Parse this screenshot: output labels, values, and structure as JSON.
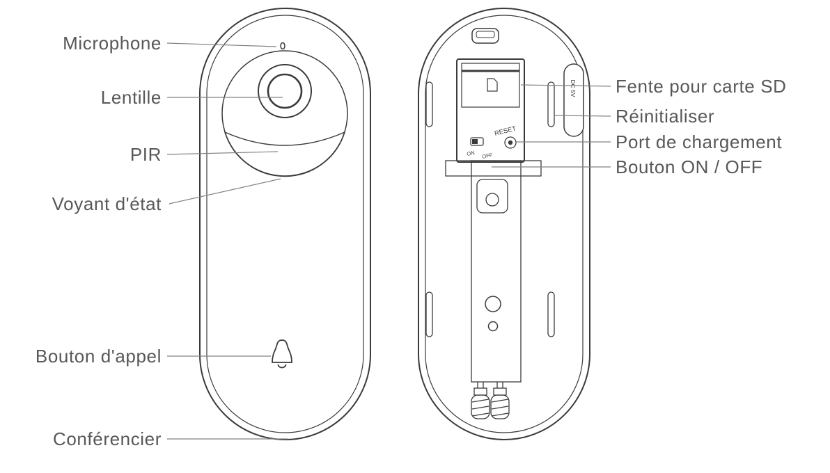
{
  "front": {
    "labels": [
      "Microphone",
      "Lentille",
      "PIR",
      "Voyant d'état",
      "Bouton d'appel",
      "Conférencier"
    ]
  },
  "back": {
    "labels": [
      "Fente pour carte SD",
      "Réinitialiser",
      "Port de chargement",
      "Bouton ON / OFF"
    ]
  },
  "device_text": {
    "reset": "RESET",
    "on": "ON",
    "off": "OFF",
    "dc_5v": "DC 5V"
  },
  "colors": {
    "outline": "#3a3a3a",
    "leader_line": "#808285",
    "label_text": "#57585a"
  }
}
